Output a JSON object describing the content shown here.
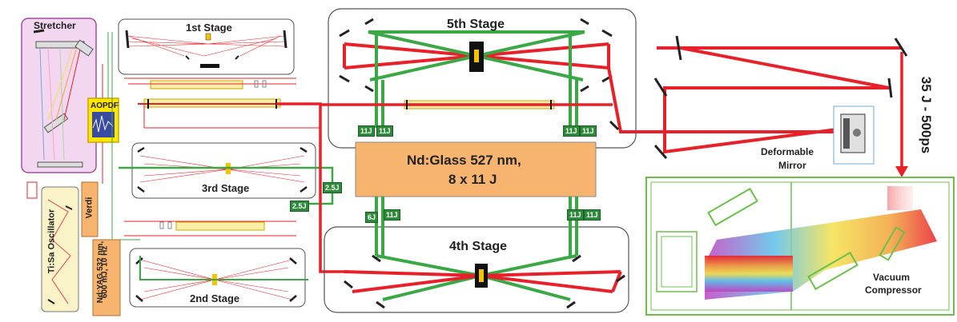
{
  "labels": {
    "stretcher": "Stretcher",
    "stage1": "1st Stage",
    "aopdf": "AOPDF",
    "stage3": "3rd Stage",
    "stage2": "2nd Stage",
    "stage4": "4th Stage",
    "stage5": "5th Stage",
    "oscillator": "Ti:Sa Oscillator",
    "verdi": "Verdi",
    "pump_line1": "Nd:YAG 532 nm,",
    "pump_line2": "600 mJ, 10 Hz",
    "ndglass_line1": "Nd:Glass   527 nm,",
    "ndglass_line2": "8 x 11 J",
    "output": "35 J - 500ps",
    "deformable_line1": "Deformable",
    "deformable_line2": "Mirror",
    "compressor_line1": "Vacuum",
    "compressor_line2": "Compressor"
  },
  "energies": {
    "e1": "11J",
    "e2": "11J",
    "e3": "11J",
    "e4": "11J",
    "e5": "6J",
    "e6": "11J",
    "e7": "11J",
    "e8": "11J",
    "e9": "2.5J",
    "e10": "2.5J"
  },
  "colors": {
    "beam_red": "#e8202a",
    "beam_green": "#3aa845",
    "ndglass_fill": "#f6b46e",
    "stretcher_fill": "#f3d6ef",
    "aopdf_fill": "#ffe600",
    "pump_fill": "#f6b46e",
    "oscillator_fill": "#fbf3c8",
    "compressor_outline": "#6cc04a"
  }
}
